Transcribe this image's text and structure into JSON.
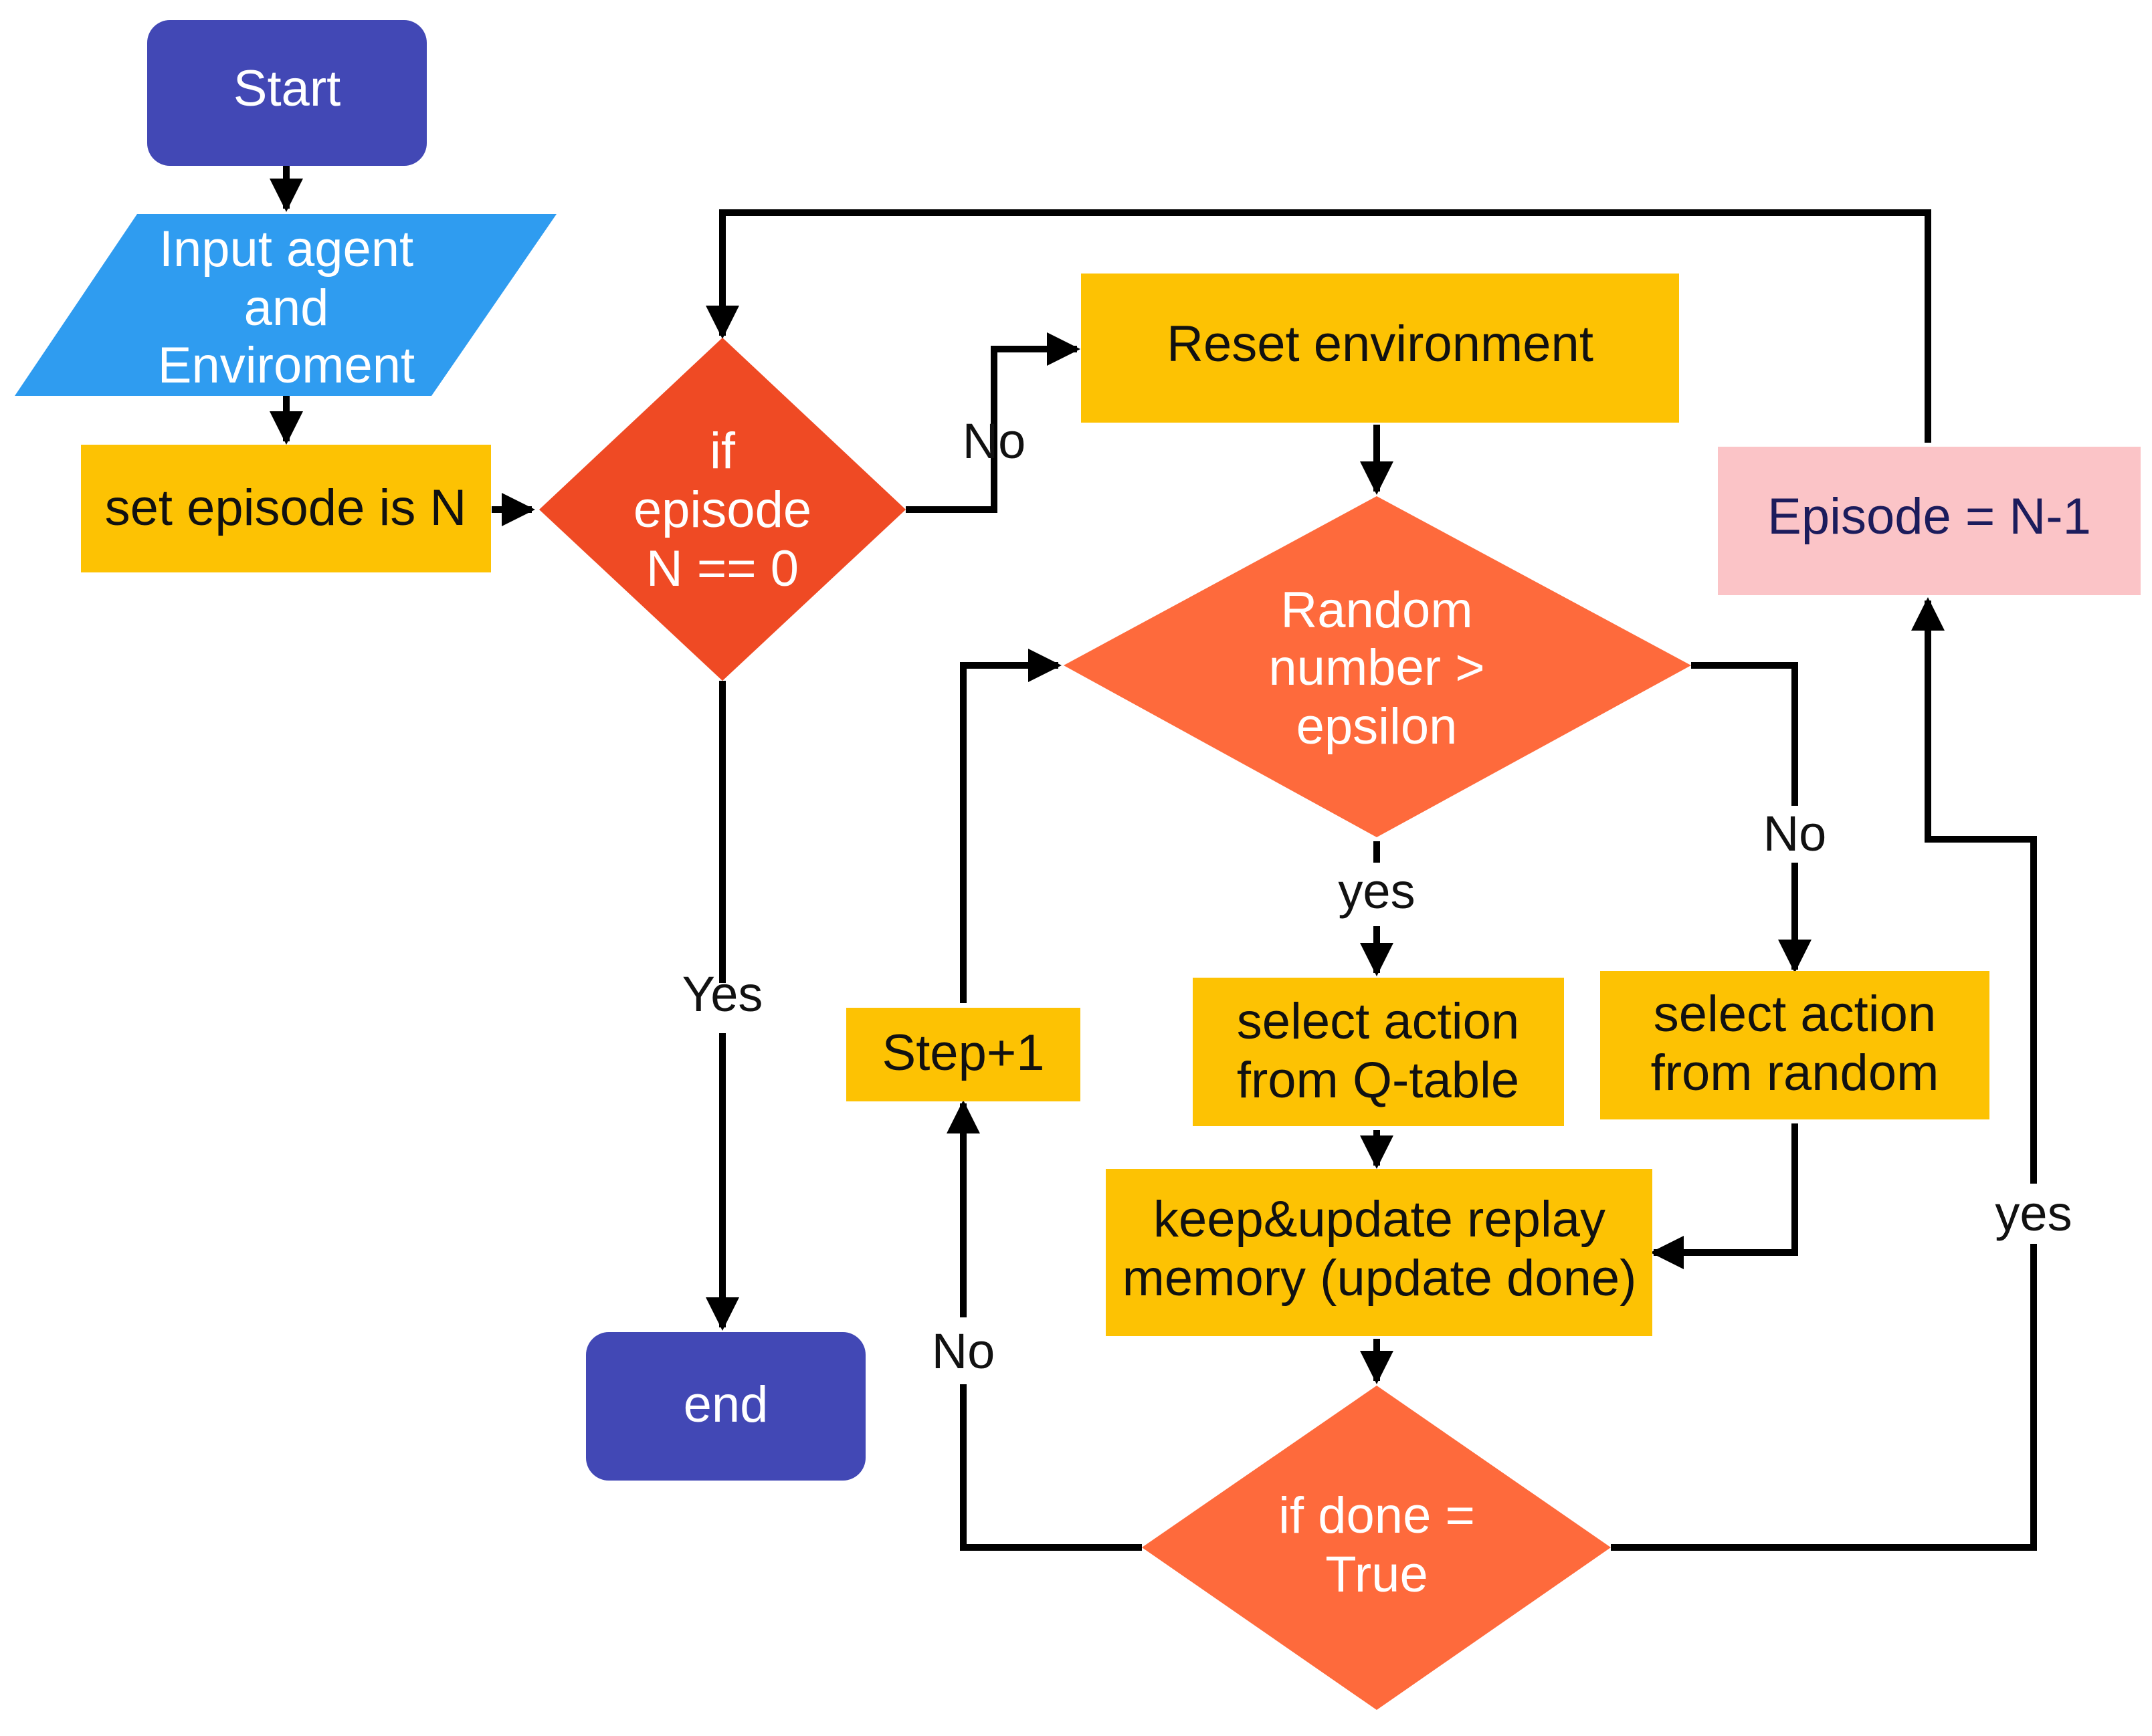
{
  "colors": {
    "terminal": "#4248b5",
    "io": "#2f9cf0",
    "process": "#fdc203",
    "decision_main": "#ef4a24",
    "decision": "#fe6a3c",
    "episode_box": "#fbc4c7",
    "white_text": "#ffffff",
    "dark_text": "#111111",
    "navy_text": "#1c1c5c"
  },
  "nodes": {
    "start": "Start",
    "input": [
      "Input agent",
      "and",
      "Enviroment"
    ],
    "set_episode": "set episode is N",
    "if_episode": [
      "if",
      "episode",
      "N == 0"
    ],
    "reset_env": "Reset environment",
    "random_decision": [
      "Random",
      "number >",
      "epsilon"
    ],
    "select_qtable": [
      "select action",
      "from Q-table"
    ],
    "select_random": [
      "select action",
      "from random"
    ],
    "keep_update": [
      "keep&update replay",
      "memory (update done)"
    ],
    "if_done": [
      "if done =",
      "True"
    ],
    "step": "Step+1",
    "episode_dec": "Episode = N-1",
    "end": "end"
  },
  "edges": {
    "no_reset": "No",
    "yes_end": "Yes",
    "yes_qtable": "yes",
    "no_random": "No",
    "no_step": "No",
    "yes_episode": "yes"
  }
}
